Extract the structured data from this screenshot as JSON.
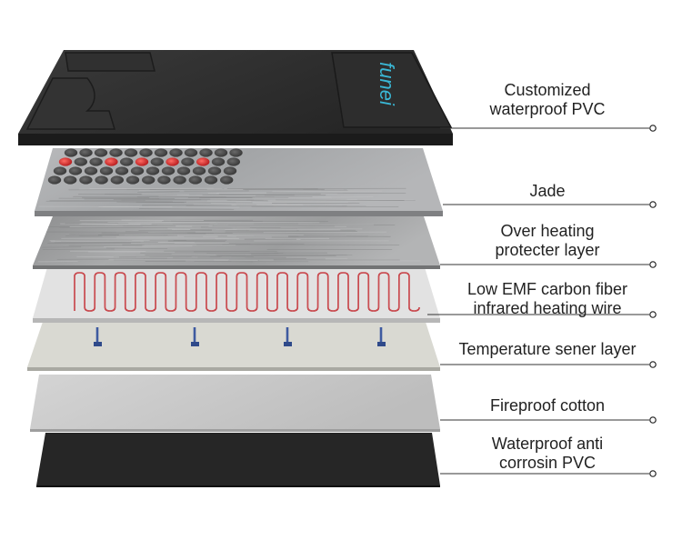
{
  "brand": {
    "logo_text": "funei"
  },
  "colors": {
    "black_layer": "#2b2b2b",
    "jade_layer": "#a6a8aa",
    "over_heating_layer": "#9a9b9c",
    "wire_board": "#dcdcdc",
    "wire_red": "#c0282e",
    "sensor_board": "#d7d7d0",
    "sensor_blue": "#3e5aa0",
    "cotton_layer": "#cacaca",
    "bottom_pvc": "#262626",
    "logo_cyan": "#3ab7d5",
    "leader_line": "#333333"
  },
  "layers": [
    {
      "id": "pvc-top",
      "lines": [
        "Customized",
        "waterproof PVC"
      ]
    },
    {
      "id": "jade",
      "lines": [
        "Jade"
      ]
    },
    {
      "id": "overheat",
      "lines": [
        "Over heating",
        "protecter layer"
      ]
    },
    {
      "id": "wire",
      "lines": [
        "Low EMF carbon fiber",
        "infrared heating wire"
      ]
    },
    {
      "id": "sensor",
      "lines": [
        "Temperature sener layer"
      ]
    },
    {
      "id": "cotton",
      "lines": [
        "Fireproof cotton"
      ]
    },
    {
      "id": "pvc-bottom",
      "lines": [
        "Waterproof anti",
        "corrosin PVC"
      ]
    }
  ]
}
